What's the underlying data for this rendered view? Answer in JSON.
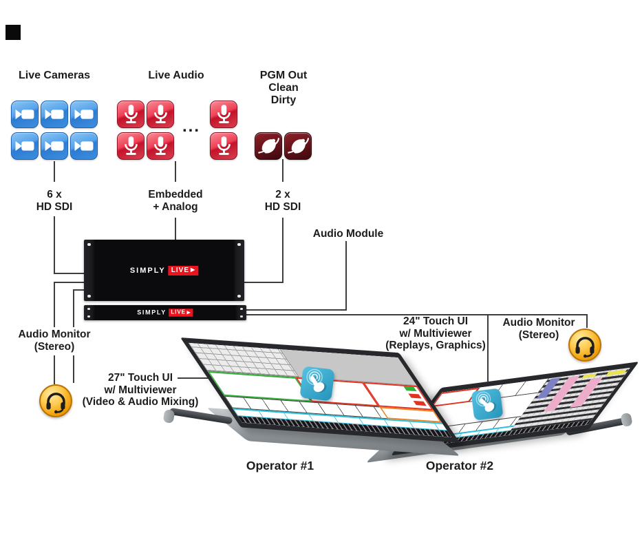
{
  "sources": {
    "cameras_title": "Live Cameras",
    "audio_title": "Live Audio",
    "pgm_title_line1": "PGM Out",
    "pgm_title_line2": "Clean",
    "pgm_title_line3": "Dirty",
    "audio_more": "..."
  },
  "links": {
    "cameras_line1": "6 x",
    "cameras_line2": "HD SDI",
    "audio_line1": "Embedded",
    "audio_line2": "+ Analog",
    "pgm_line1": "2 x",
    "pgm_line2": "HD SDI",
    "audio_module": "Audio Module"
  },
  "server": {
    "brand_name": "SIMPLY",
    "brand_live": "LIVE",
    "brand_play": "▶"
  },
  "audio_monitor_left": {
    "line1": "Audio Monitor",
    "line2": "(Stereo)"
  },
  "audio_monitor_right": {
    "line1": "Audio Monitor",
    "line2": "(Stereo)"
  },
  "touch_ui_left": {
    "line1": "27\" Touch UI",
    "line2": "w/ Multiviewer",
    "line3": "(Video & Audio Mixing)"
  },
  "touch_ui_right": {
    "line1": "24\" Touch UI",
    "line2": "w/ Multiviewer",
    "line3": "(Replays, Graphics)"
  },
  "operators": {
    "operator1": "Operator #1",
    "operator2": "Operator #2"
  },
  "icons": {
    "camera": "video-camera-icon",
    "microphone": "microphone-icon",
    "pgm_output": "satellite-dish-icon",
    "audio_monitor": "headphones-icon",
    "touch": "touch-hand-icon"
  },
  "colors": {
    "camera_blue": "#3e8fdd",
    "microphone_red": "#d91f33",
    "pgm_maroon": "#571014",
    "headphones_orange": "#f6a623",
    "touch_cyan": "#38aed2",
    "logo_red": "#e8141e",
    "connector_gray": "#3d3d3d"
  }
}
